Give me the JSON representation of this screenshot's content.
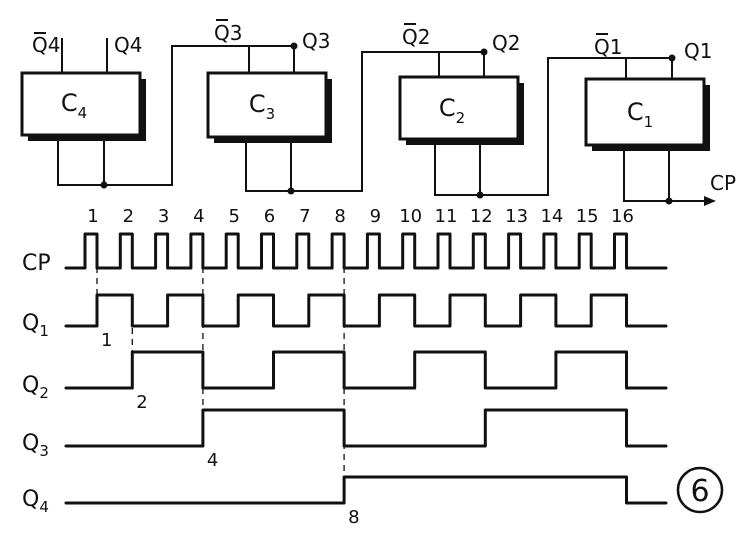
{
  "counters": [
    {
      "id": "c4",
      "label": "C4",
      "main": "C",
      "sub": "4",
      "qbar": "Q4",
      "q": "Q4"
    },
    {
      "id": "c3",
      "label": "C3",
      "main": "C",
      "sub": "3",
      "qbar": "Q3",
      "q": "Q3"
    },
    {
      "id": "c2",
      "label": "C2",
      "main": "C",
      "sub": "2",
      "qbar": "Q2",
      "q": "Q2"
    },
    {
      "id": "c1",
      "label": "C1",
      "main": "C",
      "sub": "1",
      "qbar": "Q1",
      "q": "Q1"
    }
  ],
  "clock_input_label": "CP",
  "pulse_numbers": [
    "1",
    "2",
    "3",
    "4",
    "5",
    "6",
    "7",
    "8",
    "9",
    "10",
    "11",
    "12",
    "13",
    "14",
    "15",
    "16"
  ],
  "signals": [
    {
      "name": "CP",
      "main": "CP",
      "sub": "",
      "kind": "clock"
    },
    {
      "name": "Q1",
      "main": "Q",
      "sub": "1",
      "kind": "divide",
      "period": 2
    },
    {
      "name": "Q2",
      "main": "Q",
      "sub": "2",
      "kind": "divide",
      "period": 4
    },
    {
      "name": "Q3",
      "main": "Q",
      "sub": "3",
      "kind": "divide",
      "period": 8
    },
    {
      "name": "Q4",
      "main": "Q",
      "sub": "4",
      "kind": "divide",
      "period": 16
    }
  ],
  "transition_markers": [
    "1",
    "2",
    "4",
    "8"
  ],
  "figure_number": "6"
}
